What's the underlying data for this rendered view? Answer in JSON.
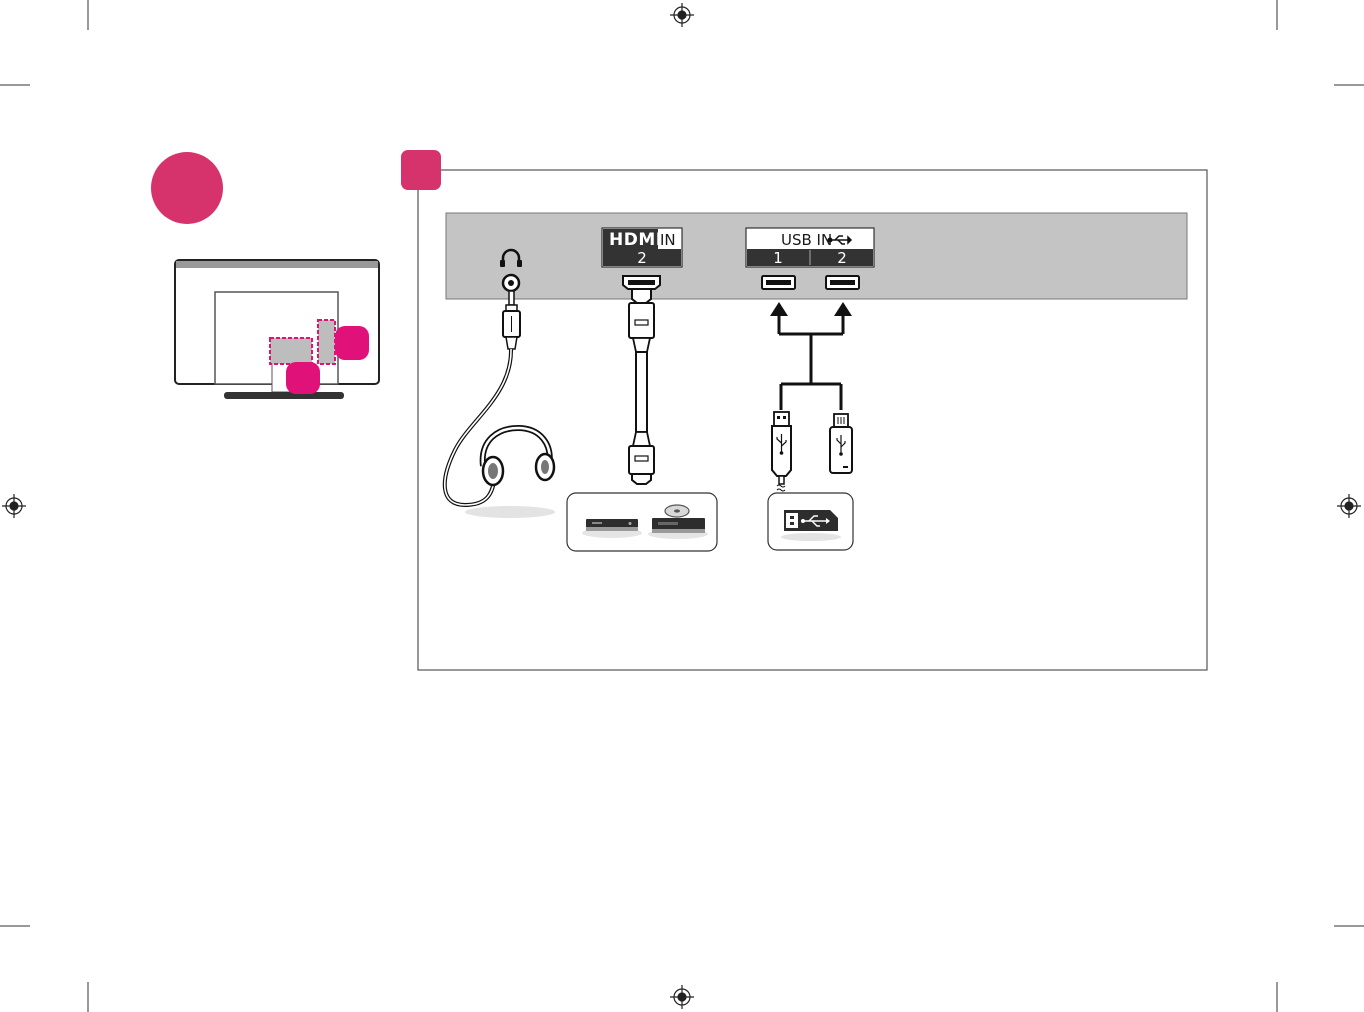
{
  "colors": {
    "accent": "#d6336c",
    "callout": "#e0127a",
    "panel": "#c4c4c4",
    "dark": "#3d3d3d",
    "line": "#222222"
  },
  "ports": {
    "hdmi_logo": "HDMI",
    "hdmi_suffix": "IN",
    "hdmi_number": "2",
    "usb_label": "USB IN",
    "usb_numbers": [
      "1",
      "2"
    ]
  },
  "icons": {
    "headphone": "headphone-jack-icon",
    "usb_symbol": "usb-symbol-icon",
    "set_top_box": "set-top-box-icon",
    "disc_player": "disc-player-icon",
    "usb_storage": "usb-storage-icon"
  }
}
